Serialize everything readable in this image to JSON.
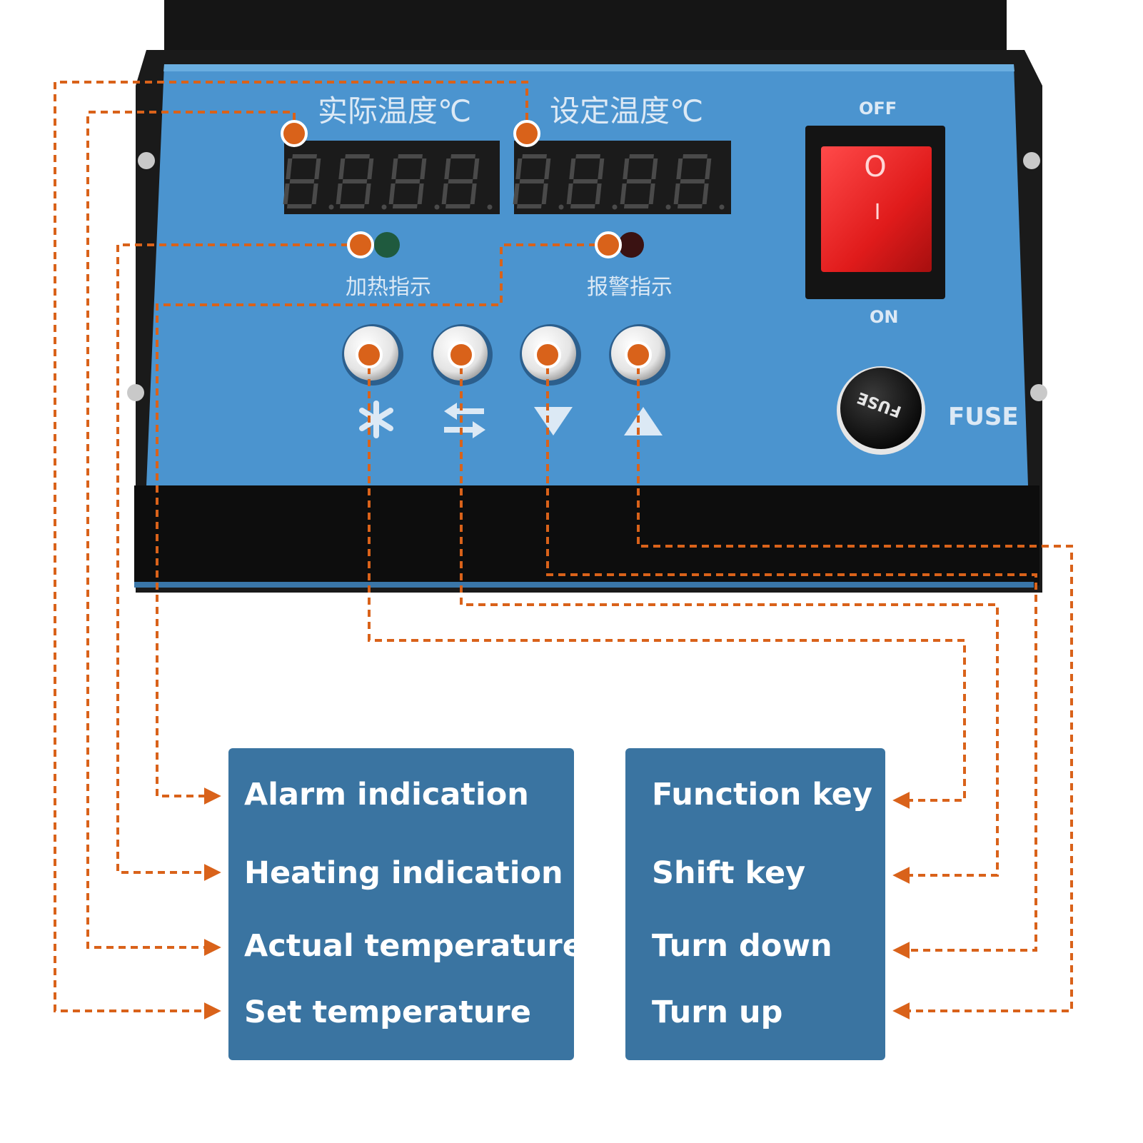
{
  "panel": {
    "actual_temp_label": "实际温度℃",
    "set_temp_label": "设定温度℃",
    "heating_indicator_label": "加热指示",
    "alarm_indicator_label": "报警指示",
    "switch_off_label": "OFF",
    "switch_on_label": "ON",
    "switch_o_mark": "O",
    "switch_i_mark": "I",
    "fuse_label": "FUSE",
    "fuse_cap_text": "FUSE"
  },
  "left_box": {
    "items": [
      "Alarm indication",
      "Heating indication",
      "Actual temperature",
      "Set temperature"
    ]
  },
  "right_box": {
    "items": [
      "Function key",
      "Shift key",
      "Turn down",
      "Turn up"
    ]
  },
  "icons": {
    "keys": [
      "asterisk-icon",
      "swap-arrows-icon",
      "triangle-down-icon",
      "triangle-up-icon"
    ]
  },
  "colors": {
    "panel_blue": "#4b94cf",
    "box_blue": "#3a74a1",
    "callout_orange": "#d9621a",
    "case_black": "#141414",
    "switch_red": "#e01b1b"
  }
}
